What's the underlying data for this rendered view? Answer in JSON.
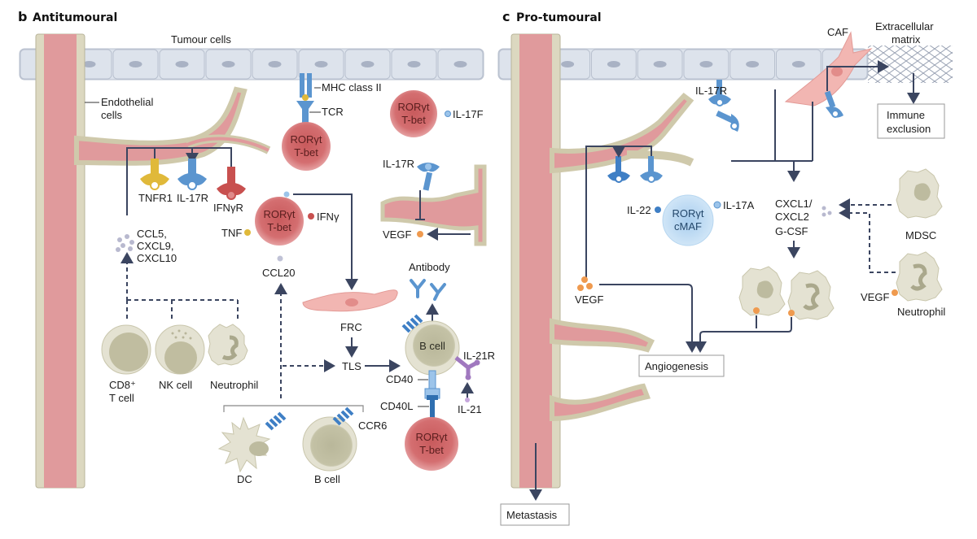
{
  "panel_b": {
    "letter": "b",
    "title": "Antitumoural",
    "labels": {
      "tumour_cells": "Tumour cells",
      "endothelial_1": "Endothelial",
      "endothelial_2": "cells",
      "mhc": "MHC class II",
      "tcr": "TCR",
      "il17f": "IL-17F",
      "il17r_top": "IL-17R",
      "vegf": "VEGF",
      "tnfr1": "TNFR1",
      "il17r": "IL-17R",
      "ifngr": "IFNγR",
      "ifng": "IFNγ",
      "tnf": "TNF",
      "ccl20": "CCL20",
      "chemokines_1": "CCL5,",
      "chemokines_2": "CXCL9,",
      "chemokines_3": "CXCL10",
      "antibody": "Antibody",
      "frc": "FRC",
      "tls": "TLS",
      "cd40": "CD40",
      "cd40l": "CD40L",
      "il21r": "IL-21R",
      "il21": "IL-21",
      "ccr6": "CCR6",
      "cd8_1": "CD8⁺",
      "cd8_2": "T cell",
      "nk": "NK cell",
      "neutrophil": "Neutrophil",
      "dc": "DC",
      "bcell_bottom": "B cell",
      "bcell": "B cell"
    },
    "th17_cell": {
      "line1": "RORγt",
      "line2": "T-bet"
    }
  },
  "panel_c": {
    "letter": "c",
    "title": "Pro-tumoural",
    "labels": {
      "caf": "CAF",
      "ecm_1": "Extracellular",
      "ecm_2": "matrix",
      "il17r": "IL-17R",
      "immune_1": "Immune",
      "immune_2": "exclusion",
      "il22": "IL-22",
      "il17a": "IL-17A",
      "cmaf_1": "RORγt",
      "cmaf_2": "cMAF",
      "cxcl_1": "CXCL1/",
      "cxcl_2": "CXCL2",
      "gcsf": "G-CSF",
      "mdsc": "MDSC",
      "vegf_left": "VEGF",
      "vegf_right": "VEGF",
      "neutrophil": "Neutrophil",
      "angiogenesis": "Angiogenesis",
      "metastasis": "Metastasis"
    }
  },
  "colors": {
    "vessel": "#e09a9c",
    "endothelium": "#dcd8c0",
    "tumour": "#dde3ec",
    "th17": "#d66a6c",
    "receptor_blue": "#5b95cf",
    "arrow": "#3b4560",
    "vegf_dot": "#ef9a4f"
  }
}
